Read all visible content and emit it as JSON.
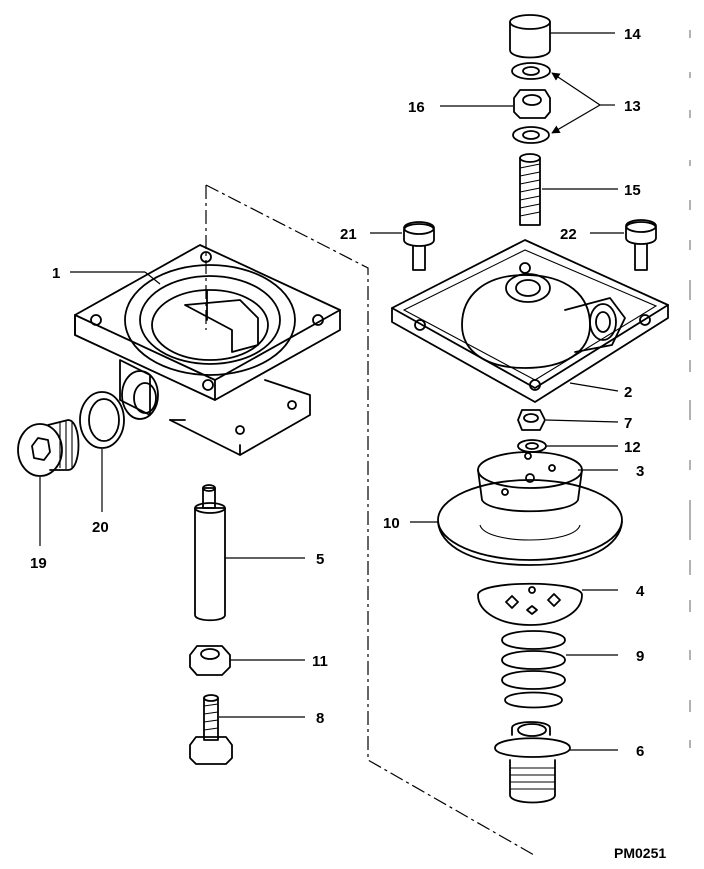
{
  "drawing_code": "PM0251",
  "callouts": {
    "p1": "1",
    "p2": "2",
    "p3": "3",
    "p4": "4",
    "p5": "5",
    "p6": "6",
    "p7": "7",
    "p8": "8",
    "p9": "9",
    "p10": "10",
    "p11": "11",
    "p12": "12",
    "p13": "13",
    "p14": "14",
    "p15": "15",
    "p16": "16",
    "p19": "19",
    "p20": "20",
    "p21": "21",
    "p22": "22"
  }
}
